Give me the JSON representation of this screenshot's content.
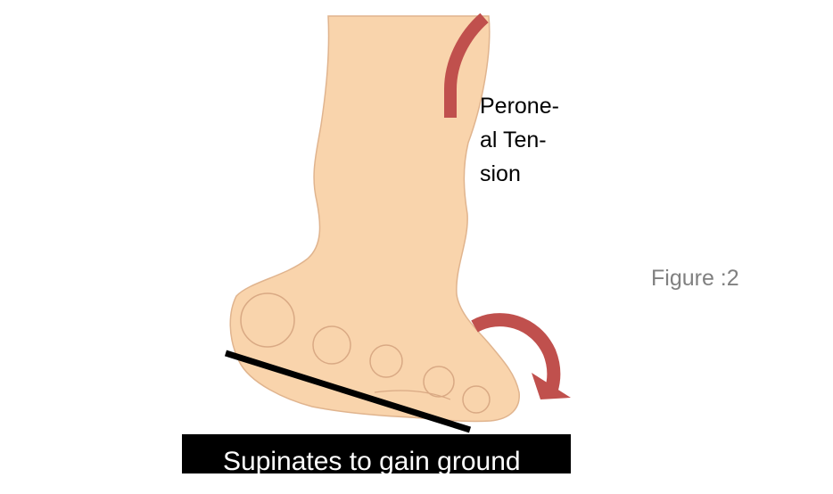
{
  "diagram": {
    "figure_label": "Figure :2",
    "tension_label": "Perone-\nal Ten-\nsion",
    "caption": "Supinates to gain ground",
    "colors": {
      "skin": "#f9d4ac",
      "skin_outline": "#e0b48e",
      "arrow": "#c0504d",
      "ground_line": "#000000",
      "caption_bg": "#000000",
      "caption_text": "#ffffff",
      "figure_label": "#808080"
    },
    "elements": [
      "foot-illustration",
      "peroneal-tension-arrow",
      "supination-rotation-arrow",
      "ground-line",
      "toe-circles"
    ]
  }
}
